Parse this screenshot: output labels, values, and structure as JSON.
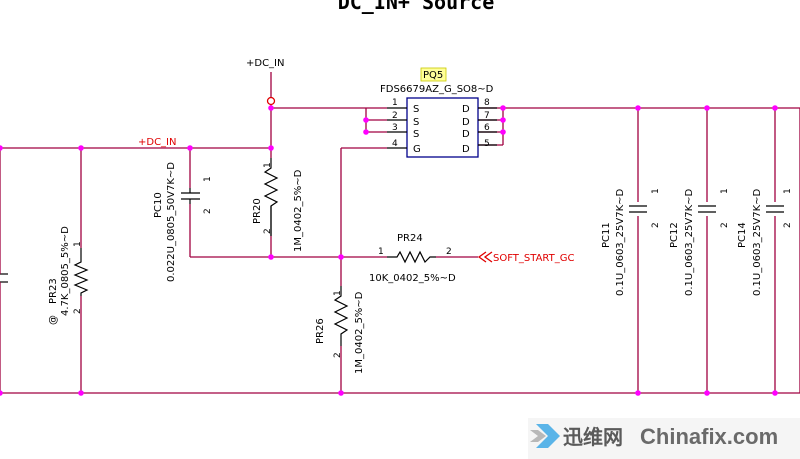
{
  "title": "DC_IN+ Source",
  "nets": {
    "dc_in_top": "+DC_IN",
    "dc_in_left": "+DC_IN",
    "soft_start": "SOFT_START_GC"
  },
  "mosfet": {
    "ref": "PQ5",
    "value": "FDS6679AZ_G_SO8~D",
    "pins": [
      {
        "num": "1",
        "name": "S"
      },
      {
        "num": "2",
        "name": "S"
      },
      {
        "num": "3",
        "name": "S"
      },
      {
        "num": "4",
        "name": "G"
      },
      {
        "num": "8",
        "name": "D"
      },
      {
        "num": "7",
        "name": "D"
      },
      {
        "num": "6",
        "name": "D"
      },
      {
        "num": "5",
        "name": "D"
      }
    ]
  },
  "components": {
    "pr23": {
      "ref": "PR23",
      "value": "4.7K_0805_5%~D",
      "prefix": "@",
      "pin1": "1",
      "pin2": "2"
    },
    "pc10": {
      "ref": "PC10",
      "value": "0.022U_0805_50V7K~D",
      "pin1": "1",
      "pin2": "2"
    },
    "pr20": {
      "ref": "PR20",
      "value": "1M_0402_5%~D",
      "pin1": "1",
      "pin2": "2"
    },
    "pr24": {
      "ref": "PR24",
      "value": "10K_0402_5%~D",
      "pin1": "1",
      "pin2": "2"
    },
    "pr26": {
      "ref": "PR26",
      "value": "1M_0402_5%~D",
      "pin1": "1",
      "pin2": "2"
    },
    "pc11": {
      "ref": "PC11",
      "value": "0.1U_0603_25V7K~D",
      "pin1": "1",
      "pin2": "2"
    },
    "pc12": {
      "ref": "PC12",
      "value": "0.1U_0603_25V7K~D",
      "pin1": "1",
      "pin2": "2"
    },
    "pc14": {
      "ref": "PC14",
      "value": "0.1U_0603_25V7K~D",
      "pin1": "1",
      "pin2": "2"
    }
  },
  "watermark": {
    "left": "迅维网",
    "right": "Chinafix.com"
  }
}
